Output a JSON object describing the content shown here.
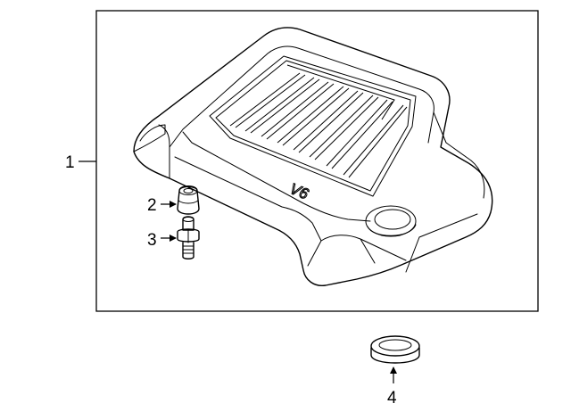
{
  "diagram": {
    "callouts": [
      {
        "id": "1",
        "label": "1"
      },
      {
        "id": "2",
        "label": "2"
      },
      {
        "id": "3",
        "label": "3"
      },
      {
        "id": "4",
        "label": "4"
      }
    ],
    "cover_marking": "V6"
  }
}
